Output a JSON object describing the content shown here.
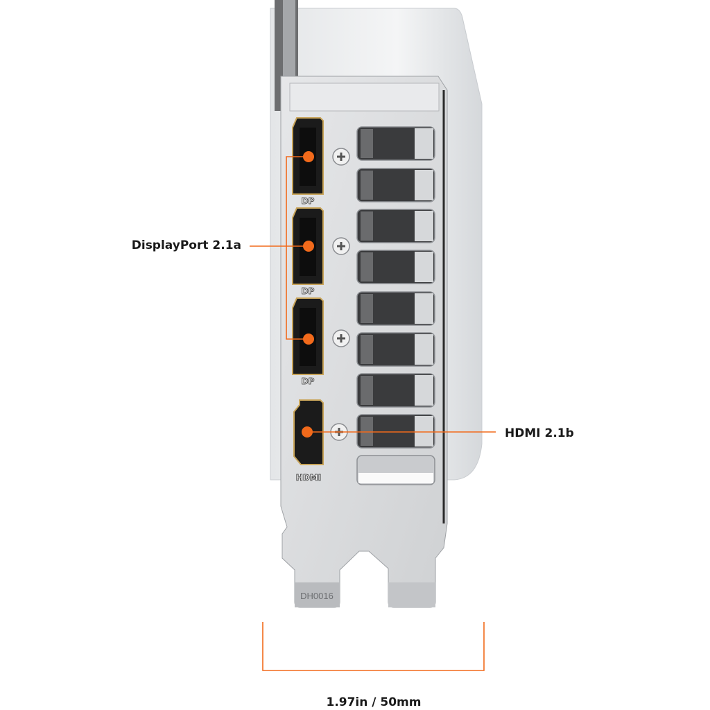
{
  "annotations": {
    "displayport_label": "DisplayPort 2.1a",
    "hdmi_label": "HDMI 2.1b",
    "width_dimension": "1.97in / 50mm"
  },
  "bracket": {
    "port_labels": [
      "DP",
      "DP",
      "DP",
      "HDMI"
    ],
    "part_code": "DH0016"
  },
  "colors": {
    "accent": "#f26a1b",
    "bracket": "#d9dadc",
    "shroud": "#eceef0",
    "port": "#1b1b1b",
    "port_trim": "#c9a55a"
  }
}
